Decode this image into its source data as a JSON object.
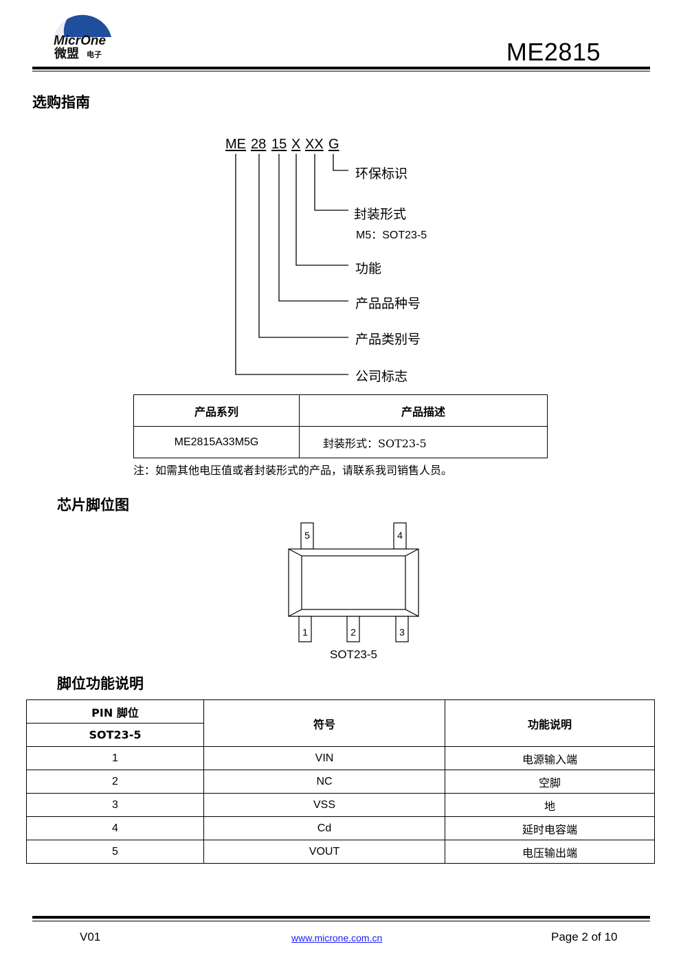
{
  "header": {
    "logo_text_en": "MicrOne",
    "logo_text_cn": "微盟",
    "logo_text_cn_small": "电子",
    "model": "ME2815"
  },
  "section1": {
    "title": "选购指南"
  },
  "code": {
    "parts": [
      "ME",
      "28",
      "15",
      "X",
      "XX",
      "G"
    ],
    "labels": {
      "g": "环保标识",
      "xx": "封装形式",
      "xx_sub": "M5：SOT23-5",
      "x": "功能",
      "p15": "产品品种号",
      "p28": "产品类别号",
      "me": "公司标志"
    }
  },
  "product_table": {
    "headers": [
      "产品系列",
      "产品描述"
    ],
    "row": [
      "ME2815A33M5G",
      "封装形式：SOT23-5"
    ]
  },
  "note": "注：如需其他电压值或者封装形式的产品，请联系我司销售人员。",
  "section2": {
    "title": "芯片脚位图"
  },
  "package": {
    "top_pins": [
      "5",
      "4"
    ],
    "bottom_pins": [
      "1",
      "2",
      "3"
    ],
    "name": "SOT23-5"
  },
  "section3": {
    "title": "脚位功能说明"
  },
  "pin_table": {
    "header_pin": "PIN 脚位",
    "header_pkg": "SOT23-5",
    "header_symbol": "符号",
    "header_func": "功能说明",
    "rows": [
      {
        "pin": "1",
        "symbol": "VIN",
        "func": "电源输入端"
      },
      {
        "pin": "2",
        "symbol": "NC",
        "func": "空脚"
      },
      {
        "pin": "3",
        "symbol": "VSS",
        "func": "地"
      },
      {
        "pin": "4",
        "symbol": "Cd",
        "func": "延时电容端"
      },
      {
        "pin": "5",
        "symbol": "VOUT",
        "func": "电压输出端"
      }
    ]
  },
  "footer": {
    "version": "V01",
    "url": "www.microne.com.cn",
    "page": "Page 2 of 10"
  },
  "colors": {
    "logo_blue": "#1f4e9c",
    "link": "#1a1aff"
  }
}
